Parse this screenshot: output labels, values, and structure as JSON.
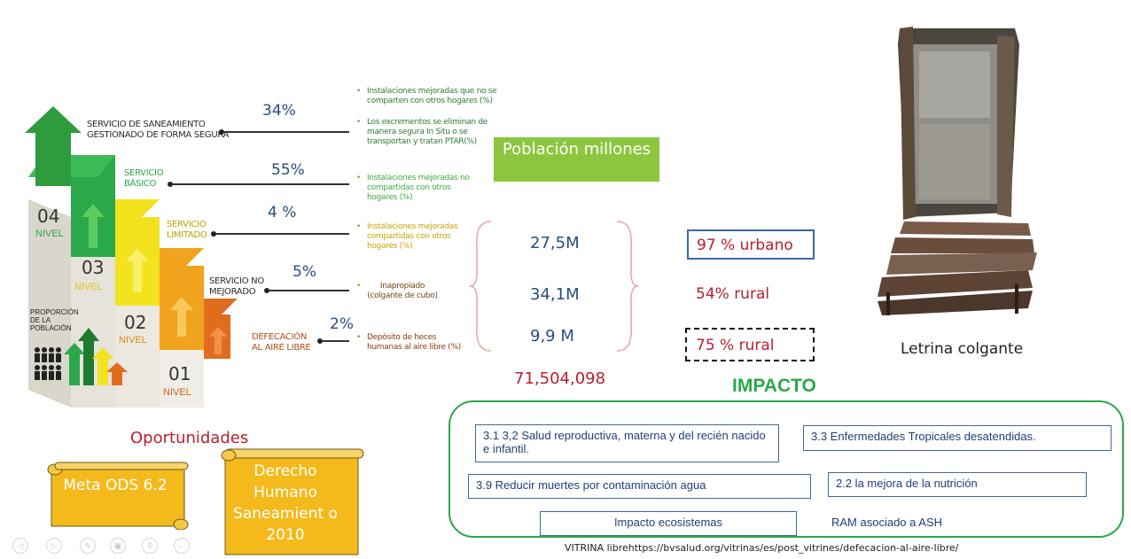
{
  "levels": [
    {
      "label": "SERVICIO DE SANEAMIENTO\nGESTIONADO DE FORMA SEGURA",
      "pct": "34%",
      "desc": [
        "Instalaciones mejoradas que no se comparten con otros hogares (%)",
        "Los excrementos se eliminan de manera segura In Situ o se transportan y tratan PTAR(%)"
      ]
    },
    {
      "label": "SERVICIO\nBÁSICO",
      "pct": "55%",
      "desc": [
        "Instalaciones mejoradas no compartidas con otros hogares (%)"
      ]
    },
    {
      "label": "SERVICIO\nLIMITADO",
      "pct": "4 %",
      "desc": [
        "Instalaciones mejoradas compartidas  con otros hogares (%)"
      ]
    },
    {
      "label": "SERVICIO NO\nMEJORADO",
      "pct": "5%",
      "desc": [
        "Inapropiado (colgante de cubo)"
      ]
    },
    {
      "label": "DEFECACIÓN\nAL AIRE LIBRE",
      "pct": "2%",
      "desc": [
        "Depósito de heces humanas al aire libre (%)"
      ]
    }
  ],
  "stairs": {
    "n04": "04",
    "n03": "03",
    "n02": "02",
    "n01": "01",
    "nivel": "NIVEL",
    "proporcion": "PROPORCIÓN DE LA POBLACIÓN"
  },
  "poblacion": {
    "title": "Población millones",
    "values": [
      "27,5M",
      "34,1M",
      "9,9 M"
    ],
    "total": "71,504,098",
    "shares": [
      "97 % urbano",
      "54% rural",
      "75 % rural"
    ]
  },
  "photo": {
    "caption": "Letrina colgante"
  },
  "oportunidades": {
    "title": "Oportunidades",
    "scroll1": "Meta ODS 6.2",
    "scroll2": "Derecho Humano Saneamient o 2010"
  },
  "impacto": {
    "title": "IMPACTO",
    "items": [
      "3.1  3,2   Salud reproductiva, materna y del recién nacido e infantil.",
      "3.3 Enfermedades Tropicales desatendidas.",
      "3.9 Reducir muertes por contaminación agua",
      "2.2 la mejora de la nutrición",
      "Impacto ecosistemas",
      "RAM  asociado a ASH"
    ]
  },
  "source": "VITRINA librehttps://bvsalud.org/vitrinas/es/post_vitrines/defecacion-al-aire-libre/",
  "colors": {
    "green": "#2aa84a",
    "yellow": "#f2e31e",
    "orange": "#f0a31c",
    "dark_orange": "#e06d1e",
    "scroll": "#f4ba1c",
    "pob_green": "#8cc63f"
  }
}
